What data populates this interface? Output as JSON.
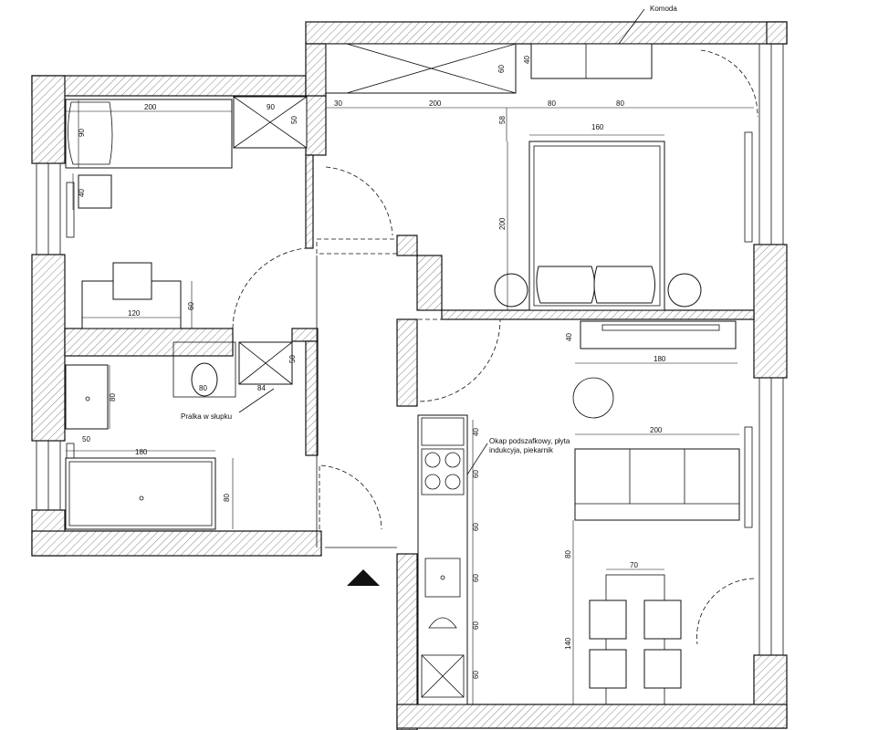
{
  "labels": {
    "komoda": "Komoda",
    "pralka": "Pralka w słupku",
    "okap_line1": "Okap podszafkowy, płyta",
    "okap_line2": "indukcyja, piekarnik"
  },
  "dimensions": {
    "bed1_len": "200",
    "bed1_w": "90",
    "wardrobe1_w": "90",
    "wardrobe1_d": "50",
    "night1": "40",
    "desk1_len": "120",
    "desk1_d": "60",
    "top_30": "30",
    "top_200": "200",
    "top_80a": "80",
    "top_80b": "80",
    "komoda_d": "40",
    "wardrobe2_d": "60",
    "bed2_gap": "58",
    "bed2_w": "160",
    "bed2_len": "200",
    "tv_d": "40",
    "tv_w": "180",
    "sofa_w": "200",
    "dining_w": "70",
    "sofa_gap": "80",
    "dining_len": "140",
    "sink_d": "80",
    "wc_w": "80",
    "col_w": "84",
    "col_d": "50",
    "sink_off": "50",
    "bath_len": "180",
    "bath_w": "80",
    "k1": "40",
    "k2": "60",
    "k3": "60",
    "k4": "60",
    "k5": "60",
    "k6": "60"
  },
  "icons": [
    "entrance-arrow-icon",
    "induction-hob-icon",
    "kitchen-sink-icon",
    "fridge-cross-icon"
  ]
}
